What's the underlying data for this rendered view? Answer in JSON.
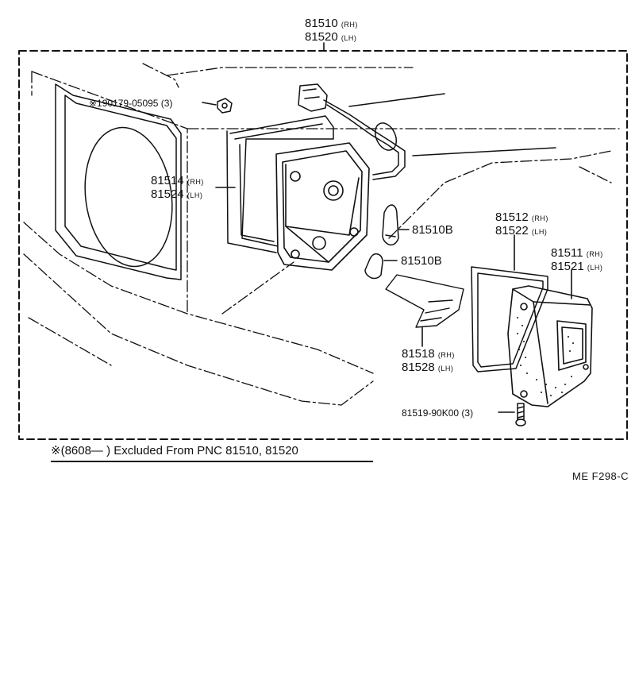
{
  "labels": {
    "top_rh": "81510",
    "top_rh_tag": "(RH)",
    "top_lh": "81520",
    "top_lh_tag": "(LH)",
    "nut": "※190179-05095 (3)",
    "housing_rh": "81514",
    "housing_rh_tag": "(RH)",
    "housing_lh": "81524",
    "housing_lh_tag": "(LH)",
    "bulb_a": "81510B",
    "bulb_b": "81510B",
    "gasket_rh": "81512",
    "gasket_rh_tag": "(RH)",
    "gasket_lh": "81522",
    "gasket_lh_tag": "(LH)",
    "lens_rh": "81511",
    "lens_rh_tag": "(RH)",
    "lens_lh": "81521",
    "lens_lh_tag": "(LH)",
    "reflector_rh": "81518",
    "reflector_rh_tag": "(RH)",
    "reflector_lh": "81528",
    "reflector_lh_tag": "(LH)",
    "screw": "81519-90K00 (3)"
  },
  "footnote": {
    "text": "※(8608—        ) Excluded From PNC 81510, 81520"
  },
  "figure_code": "ME  F298-C"
}
